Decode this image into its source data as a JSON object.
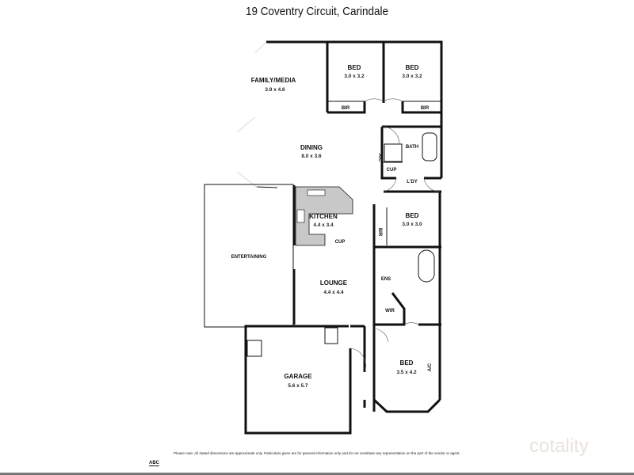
{
  "title": "19 Coventry Circuit, Carindale",
  "rooms": {
    "bed1": {
      "name": "BED",
      "dims": "3.0 x 3.2"
    },
    "bed2": {
      "name": "BED",
      "dims": "3.0 x 3.2"
    },
    "family": {
      "name": "FAMILY/MEDIA",
      "dims": "3.9 x 4.6"
    },
    "dining": {
      "name": "DINING",
      "dims": "8.0 x 3.6"
    },
    "kitchen": {
      "name": "KITCHEN",
      "dims": "4.4 x 3.4"
    },
    "bed3": {
      "name": "BED",
      "dims": "3.0 x 3.0"
    },
    "entertaining": {
      "name": "ENTERTAINING"
    },
    "lounge": {
      "name": "LOUNGE",
      "dims": "4.4 x 4.4"
    },
    "garage": {
      "name": "GARAGE",
      "dims": "5.6 x 5.7"
    },
    "bed4": {
      "name": "BED",
      "dims": "3.5 x 4.2"
    }
  },
  "fixtures": {
    "bir1": "BIR",
    "bir2": "BIR",
    "bir3": "BIR",
    "bath": "BATH",
    "cup1": "CUP",
    "cup2": "CUP",
    "laundry": "L'DY",
    "ac1": "A/C",
    "ac2": "A/C",
    "ens": "ENS",
    "wir": "WIR"
  },
  "footer": {
    "disclaimer": "Please note: All stated dimensions are approximate only. Particulars given are for general information only and do not constitute any representation on the part of the vendor or agent.",
    "logo": "ABC",
    "watermark": "cotality"
  },
  "colors": {
    "wall": "#111111",
    "counter": "#c8c8c8"
  }
}
